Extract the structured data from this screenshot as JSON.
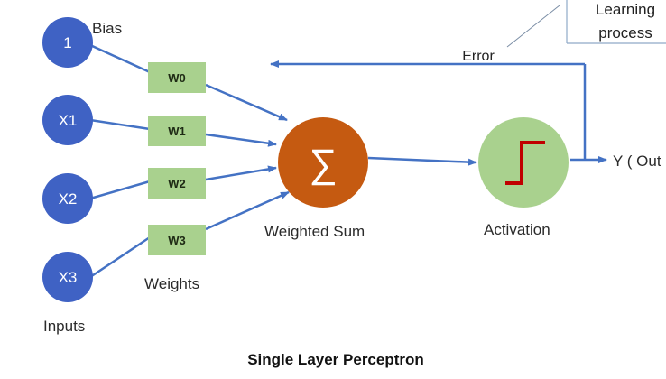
{
  "inputs": [
    {
      "label": "1"
    },
    {
      "label": "X1"
    },
    {
      "label": "X2"
    },
    {
      "label": "X3"
    }
  ],
  "weights": [
    {
      "label": "W0"
    },
    {
      "label": "W1"
    },
    {
      "label": "W2"
    },
    {
      "label": "W3"
    }
  ],
  "labels": {
    "bias": "Bias",
    "weights": "Weights",
    "inputs": "Inputs",
    "weighted_sum": "Weighted Sum",
    "sum_symbol": "∑",
    "activation": "Activation",
    "error": "Error",
    "output": "Y ( Out",
    "learning_line1": "Learning",
    "learning_line2": "process"
  },
  "title": "Single Layer Perceptron",
  "colors": {
    "input_node": "#3f62c4",
    "weight_box": "#a9d18e",
    "sum_node": "#c55a11",
    "activation_node": "#a9d18e",
    "step_function": "#c00000",
    "arrow": "#4472c4"
  }
}
